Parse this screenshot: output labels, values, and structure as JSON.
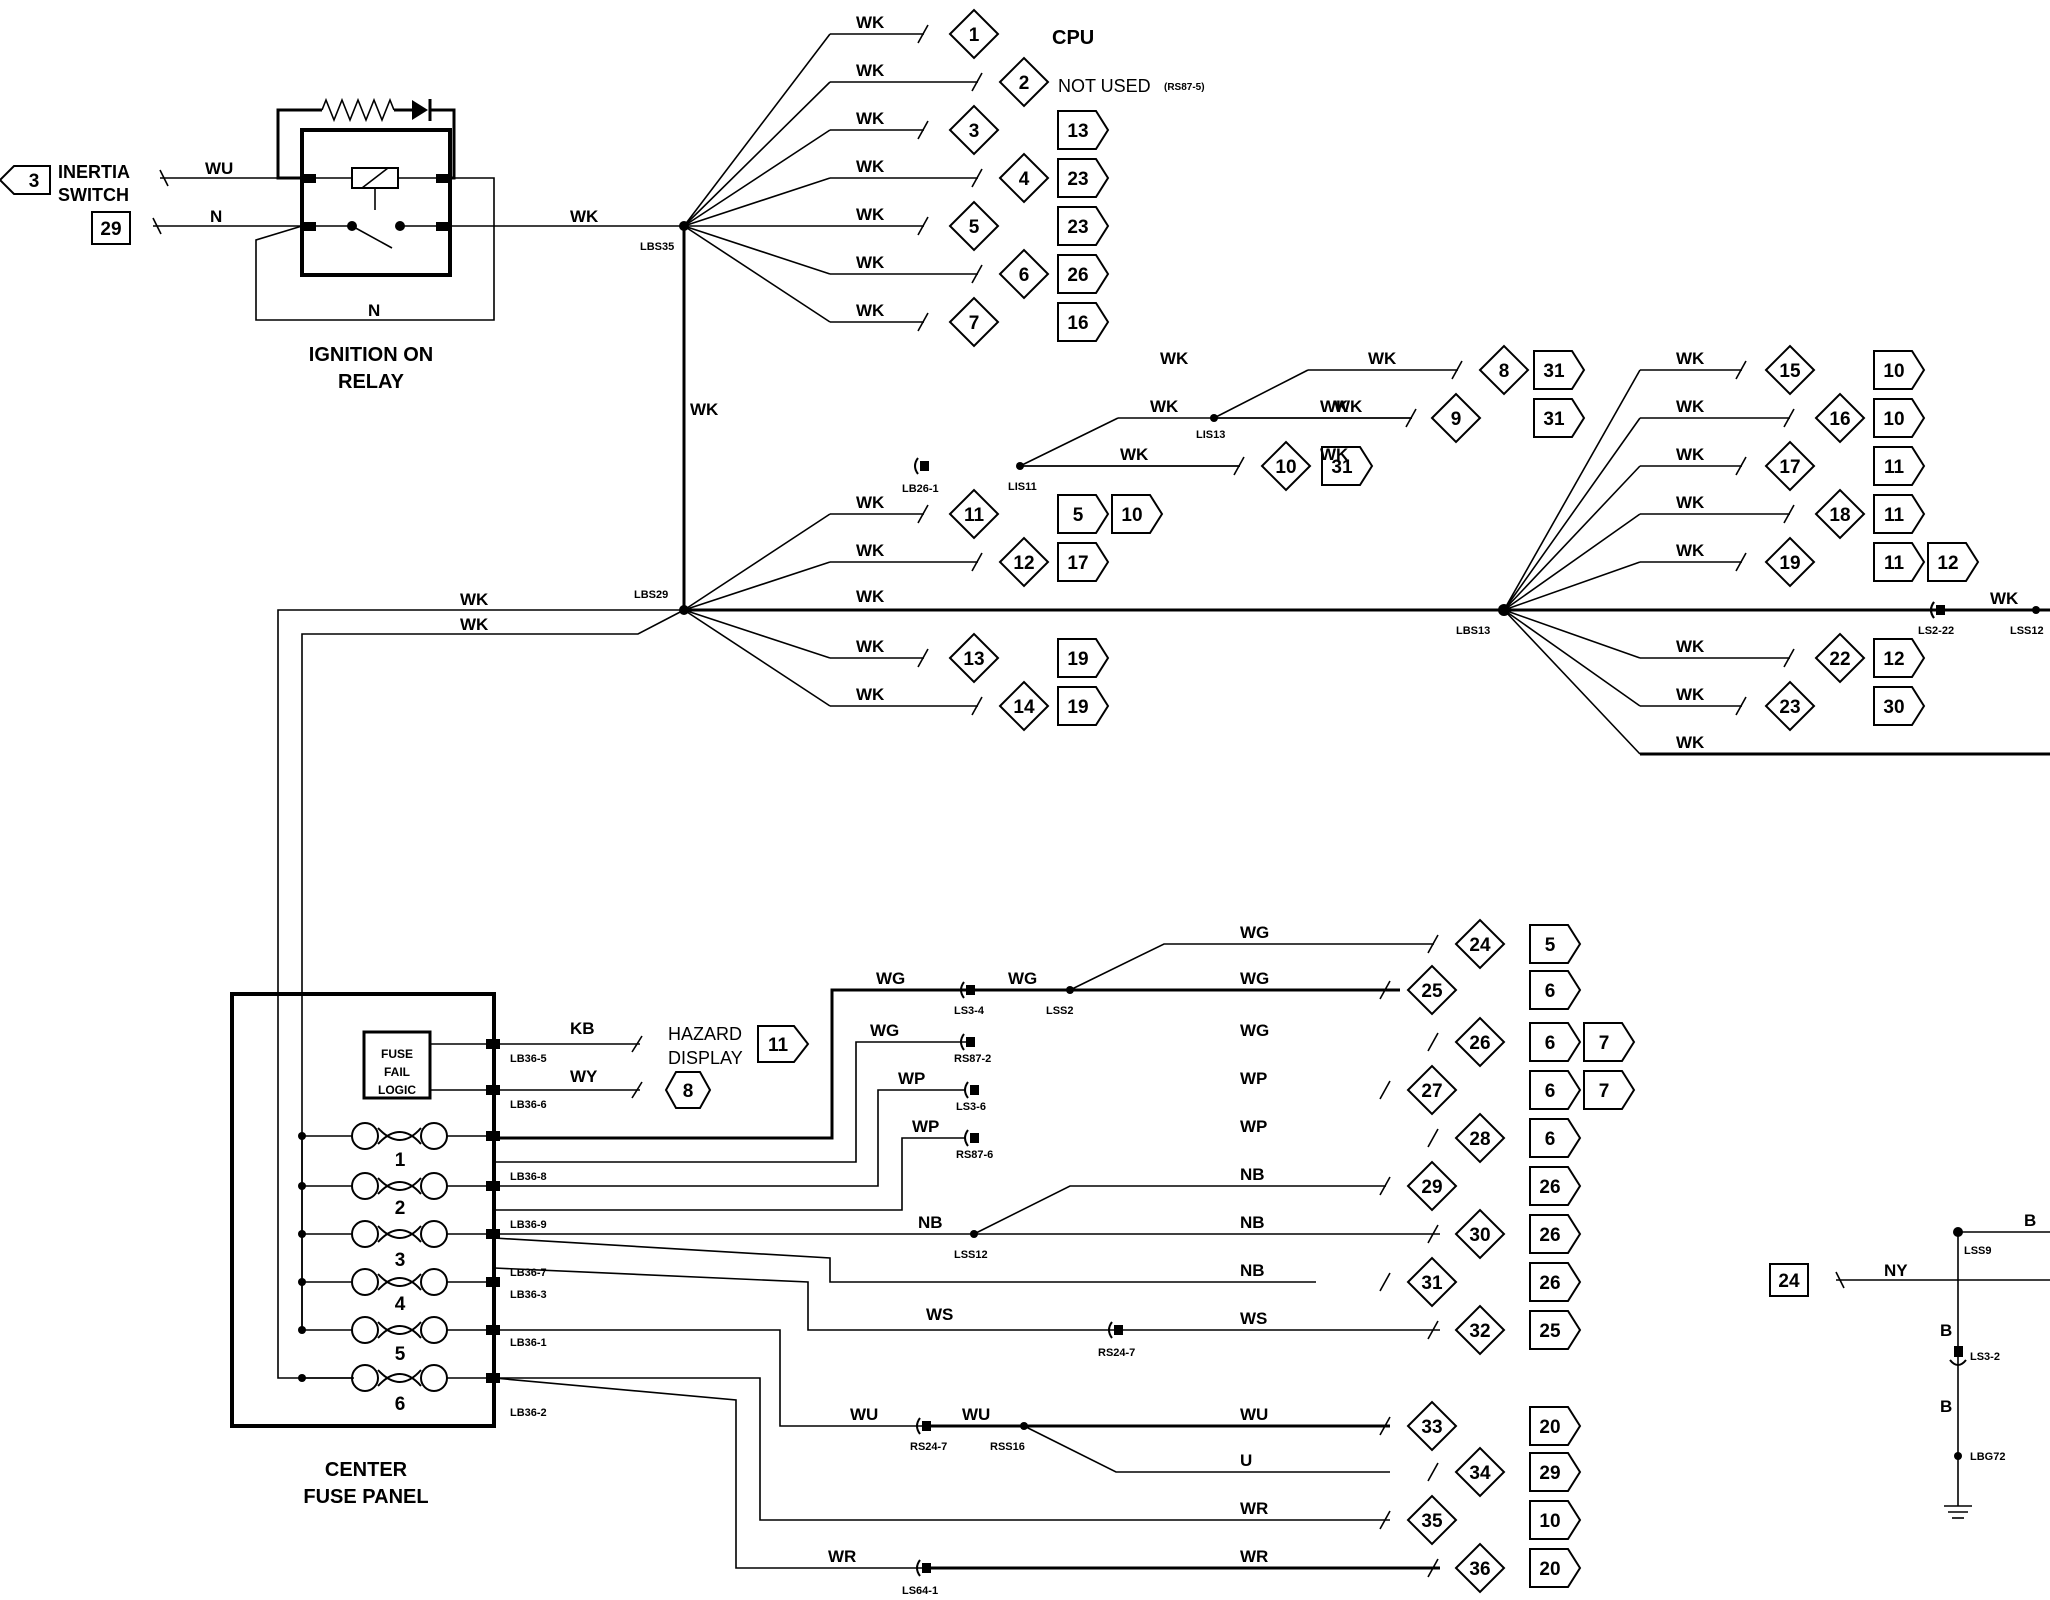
{
  "colors": {
    "ink": "#000000",
    "paper": "#ffffff"
  },
  "titles": {
    "cpu": "CPU",
    "not_used": "NOT USED",
    "not_used_ref": "(RS87-5)",
    "inertia_1": "INERTIA",
    "inertia_2": "SWITCH",
    "inertia_ref": "3",
    "inertia_page": "29",
    "relay_1": "IGNITION ON",
    "relay_2": "RELAY",
    "fuse_panel_1": "CENTER",
    "fuse_panel_2": "FUSE PANEL",
    "ffl_1": "FUSE",
    "ffl_2": "FAIL",
    "ffl_3": "LOGIC",
    "hazard_1": "HAZARD",
    "hazard_2": "DISPLAY",
    "hazard_ref": "11",
    "hazard_page": "8",
    "ny_ref": "24"
  },
  "relay_wires": [
    "WU",
    "N",
    "N",
    "WK"
  ],
  "trunk_labels": [
    "WK",
    "WK",
    "WK"
  ],
  "fuse_numbers": [
    "1",
    "2",
    "3",
    "4",
    "5",
    "6"
  ],
  "fuse_pins": [
    "LB36-5",
    "LB36-6",
    "LB36-8",
    "LB36-9",
    "LB36-7",
    "LB36-3",
    "LB36-1",
    "LB36-2"
  ],
  "hazard_wires": [
    "KB",
    "WY"
  ],
  "ground_labels": {
    "wires": [
      "B",
      "NY",
      "B",
      "B"
    ],
    "splices": [
      "LSS9",
      "LS3-2",
      "LBG72"
    ]
  },
  "splices": [
    "LBS35",
    "LBS29",
    "LBS13",
    "LB26-1",
    "LIS11",
    "LIS13",
    "LS2-22",
    "LSS12",
    "LS3-4",
    "LSS2",
    "RS87-2",
    "LS3-6",
    "RS87-6",
    "LSS12",
    "RS24-7",
    "RS24-7",
    "RSS16",
    "LS64-1"
  ],
  "mid_labels": [
    "WK",
    "WK",
    "WK",
    "WK",
    "WK",
    "WG",
    "WG",
    "WG",
    "WP",
    "WP",
    "NB",
    "WS",
    "WU",
    "WU",
    "WR"
  ],
  "branches": [
    {
      "w": "WK",
      "d": "1",
      "p": []
    },
    {
      "w": "WK",
      "d": "2",
      "p": []
    },
    {
      "w": "WK",
      "d": "3",
      "p": [
        "13"
      ]
    },
    {
      "w": "WK",
      "d": "4",
      "p": [
        "23"
      ]
    },
    {
      "w": "WK",
      "d": "5",
      "p": [
        "23"
      ]
    },
    {
      "w": "WK",
      "d": "6",
      "p": [
        "26"
      ]
    },
    {
      "w": "WK",
      "d": "7",
      "p": [
        "16"
      ]
    },
    {
      "w": "WK",
      "d": "8",
      "p": [
        "31"
      ]
    },
    {
      "w": "WK",
      "d": "9",
      "p": [
        "31"
      ]
    },
    {
      "w": "WK",
      "d": "10",
      "p": [
        "31"
      ]
    },
    {
      "w": "WK",
      "d": "11",
      "p": [
        "5",
        "10"
      ]
    },
    {
      "w": "WK",
      "d": "12",
      "p": [
        "17"
      ]
    },
    {
      "w": "WK",
      "d": "13",
      "p": [
        "19"
      ]
    },
    {
      "w": "WK",
      "d": "14",
      "p": [
        "19"
      ]
    },
    {
      "w": "WK",
      "d": "15",
      "p": [
        "10"
      ]
    },
    {
      "w": "WK",
      "d": "16",
      "p": [
        "10"
      ]
    },
    {
      "w": "WK",
      "d": "17",
      "p": [
        "11"
      ]
    },
    {
      "w": "WK",
      "d": "18",
      "p": [
        "11"
      ]
    },
    {
      "w": "WK",
      "d": "19",
      "p": [
        "11",
        "12"
      ]
    },
    {
      "w": "WK",
      "d": "22",
      "p": [
        "12"
      ]
    },
    {
      "w": "WK",
      "d": "23",
      "p": [
        "30"
      ]
    },
    {
      "w": "WK",
      "d": "",
      "p": []
    },
    {
      "w": "WK",
      "d": "",
      "p": []
    },
    {
      "w": "WG",
      "d": "24",
      "p": [
        "5"
      ]
    },
    {
      "w": "WG",
      "d": "25",
      "p": [
        "6"
      ]
    },
    {
      "w": "WG",
      "d": "26",
      "p": [
        "6",
        "7"
      ]
    },
    {
      "w": "WP",
      "d": "27",
      "p": [
        "6",
        "7"
      ]
    },
    {
      "w": "WP",
      "d": "28",
      "p": [
        "6"
      ]
    },
    {
      "w": "NB",
      "d": "29",
      "p": [
        "26"
      ]
    },
    {
      "w": "NB",
      "d": "30",
      "p": [
        "26"
      ]
    },
    {
      "w": "NB",
      "d": "31",
      "p": [
        "26"
      ]
    },
    {
      "w": "WS",
      "d": "32",
      "p": [
        "25"
      ]
    },
    {
      "w": "WU",
      "d": "33",
      "p": [
        "20"
      ]
    },
    {
      "w": "U",
      "d": "34",
      "p": [
        "29"
      ]
    },
    {
      "w": "WR",
      "d": "35",
      "p": [
        "10"
      ]
    },
    {
      "w": "WR",
      "d": "36",
      "p": [
        "20"
      ]
    }
  ]
}
